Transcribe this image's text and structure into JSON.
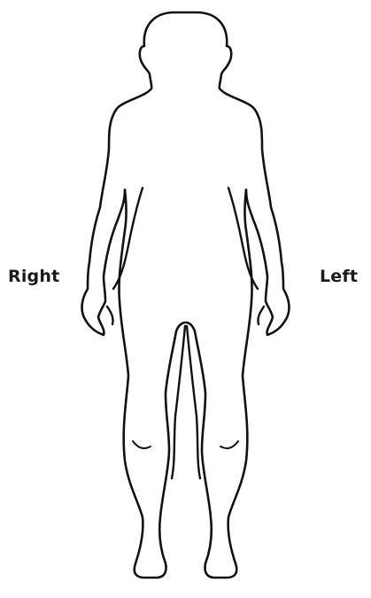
{
  "labels": {
    "right": "Right",
    "left": "Left"
  },
  "figure": {
    "icon": "human-body-outline-front",
    "stroke_color": "#111111",
    "fill_color": "#ffffff"
  }
}
